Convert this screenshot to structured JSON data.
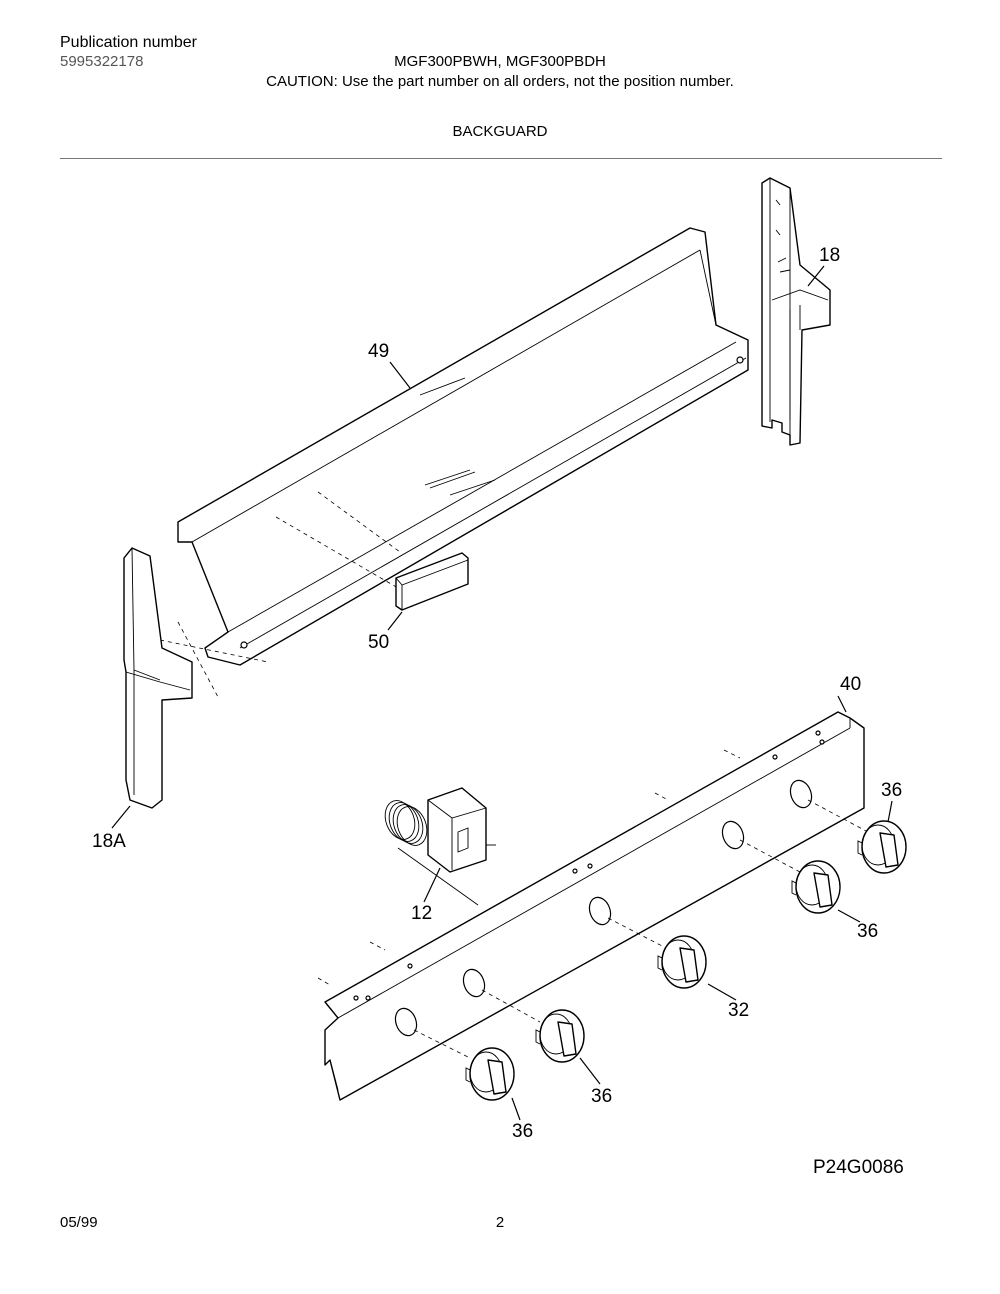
{
  "header": {
    "publication_label": "Publication number",
    "publication_number": "5995322178",
    "model": "MGF300PBWH, MGF300PBDH",
    "caution": "CAUTION:  Use the part number on all orders, not the position number.",
    "section_title": "BACKGUARD"
  },
  "callouts": {
    "p18": "18",
    "p49": "49",
    "p50": "50",
    "p18a": "18A",
    "p40": "40",
    "p36a": "36",
    "p36b": "36",
    "p36c": "36",
    "p36d": "36",
    "p12": "12",
    "p32": "32"
  },
  "diagram_code": "P24G0086",
  "footer": {
    "date": "05/99",
    "page": "2"
  }
}
